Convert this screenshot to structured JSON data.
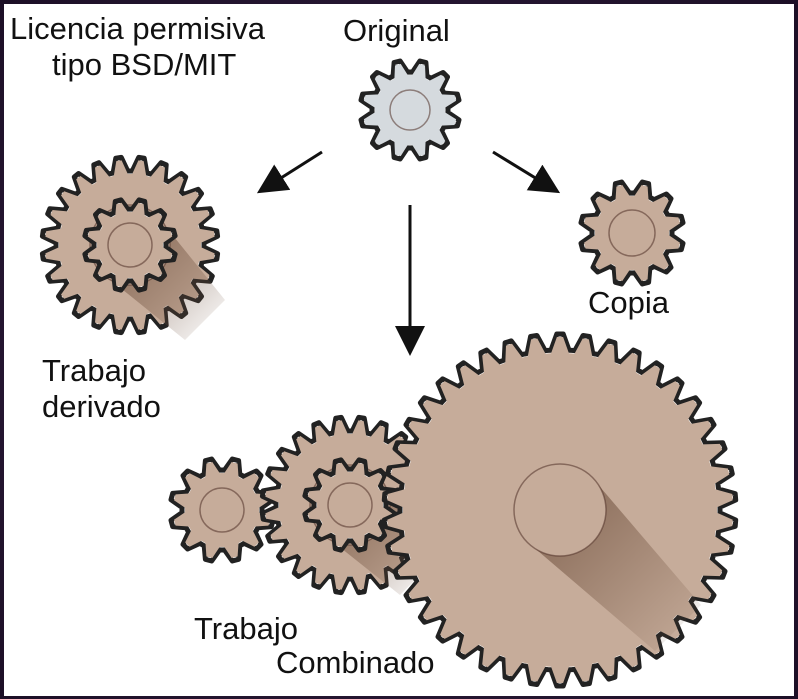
{
  "labels": {
    "license_line1": "Licencia permisiva",
    "license_line2": "tipo BSD/MIT",
    "original": "Original",
    "derived_line1": "Trabajo",
    "derived_line2": "derivado",
    "copy": "Copia",
    "combined_line1": "Trabajo",
    "combined_line2": "Combinado"
  },
  "colors": {
    "original_gear": "#d5dade",
    "copper_gear": "#c6ac9a",
    "arrow": "#111111",
    "outline": "#222222"
  }
}
